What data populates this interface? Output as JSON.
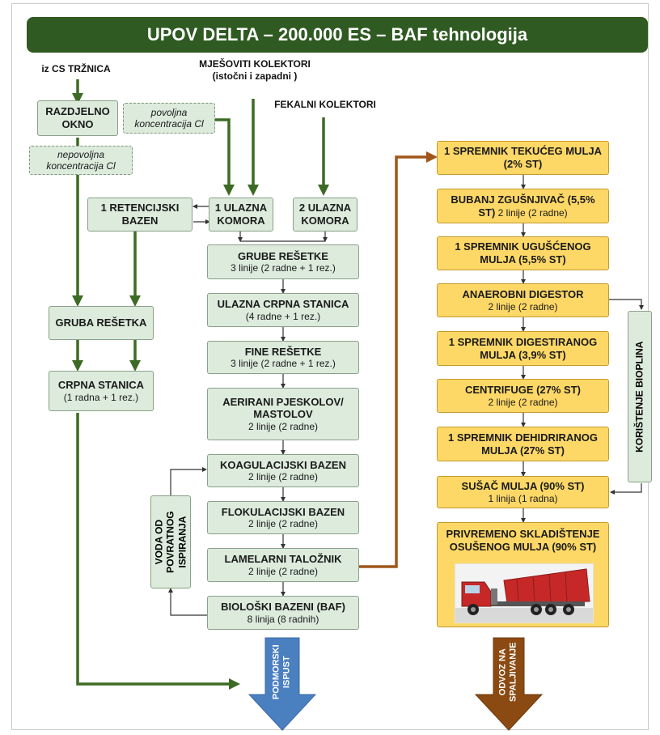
{
  "title": "UPOV DELTA – 200.000 ES – BAF tehnologija",
  "colors": {
    "title_bg": "#2f5a22",
    "green_box": "#dcebdc",
    "yellow_box": "#fdd867",
    "green_arrow": "#3d6b25",
    "brown_arrow": "#a0561a",
    "blue_outlet": "#4a7fc0",
    "brown_outlet": "#8b4a12"
  },
  "inputs": {
    "cs_trznica": "iz CS TRŽNICA",
    "mjesoviti_line1": "MJEŠOVITI KOLEKTORI",
    "mjesoviti_line2": "(istočni i zapadni )",
    "fekalni": "FEKALNI KOLEKTORI"
  },
  "left": {
    "razdjelno_line1": "RAZDJELNO",
    "razdjelno_line2": "OKNO",
    "povoljna_line1": "povoljna",
    "povoljna_line2": "koncentracija Cl",
    "nepovoljna_line1": "nepovoljna",
    "nepovoljna_line2": "koncentracija Cl",
    "retencijski_line1": "1 RETENCIJSKI",
    "retencijski_line2": "BAZEN",
    "gruba_resetka": "GRUBA REŠETKA",
    "crpna_title": "CRPNA STANICA",
    "crpna_sub": "(1 radna + 1 rez.)"
  },
  "water_line": {
    "ulazna1_line1": "1 ULAZNA",
    "ulazna1_line2": "KOMORA",
    "ulazna2_line1": "2 ULAZNA",
    "ulazna2_line2": "KOMORA",
    "steps": [
      {
        "title": "GRUBE REŠETKE",
        "sub": "3 linije (2 radne + 1 rez.)"
      },
      {
        "title": "ULAZNA CRPNA STANICA",
        "sub": "(4 radne + 1 rez.)"
      },
      {
        "title": "FINE REŠETKE",
        "sub": "3 linije (2 radne + 1 rez.)"
      },
      {
        "title": "AERIRANI PJESKOLOV/",
        "title2": "MASTOLOV",
        "sub": "2 linije (2 radne)"
      },
      {
        "title": "KOAGULACIJSKI BAZEN",
        "sub": "2 linije (2 radne)"
      },
      {
        "title": "FLOKULACIJSKI BAZEN",
        "sub": "2 linije (2 radne)"
      },
      {
        "title": "LAMELARNI TALOŽNIK",
        "sub": "2 linije (2 radne)"
      },
      {
        "title": "BIOLOŠKI BAZENI (BAF)",
        "sub": "8 linija (8 radnih)"
      }
    ],
    "voda_line1": "VODA OD",
    "voda_line2": "POVRATNOG",
    "voda_line3": "ISPIRANJA",
    "outlet_line1": "PODMORSKI",
    "outlet_line2": "ISPUST"
  },
  "sludge_line": {
    "steps": [
      {
        "title": "1 SPREMNIK TEKUĆEG MULJA",
        "title2": "(2% ST)"
      },
      {
        "title": "BUBANJ ZGUŠNJIVAČ (5,5%",
        "title2": "ST)",
        "sub": "2 linije (2 radne)"
      },
      {
        "title": "1 SPREMNIK UGUŠĆENOG",
        "title2": "MULJA (5,5% ST)"
      },
      {
        "title": "ANAEROBNI DIGESTOR",
        "sub": "2 linije (2 radne)"
      },
      {
        "title": "1 SPREMNIK DIGESTIRANOG",
        "title2": "MULJA (3,9% ST)"
      },
      {
        "title": "CENTRIFUGE (27% ST)",
        "sub": "2 linije (2 radne)"
      },
      {
        "title": "1 SPREMNIK DEHIDRIRANOG",
        "title2": "MULJA (27% ST)"
      },
      {
        "title": "SUŠAČ MULJA (90% ST)",
        "sub": "1 linija (1 radna)"
      },
      {
        "title": "PRIVREMENO SKLADIŠTENJE",
        "title2": "OSUŠENOG MULJA (90% ST)"
      }
    ],
    "bioplin": "KORIŠTENJE BIOPLINA",
    "odvoz_line1": "ODVOZ NA",
    "odvoz_line2": "SPALJIVANJE"
  }
}
